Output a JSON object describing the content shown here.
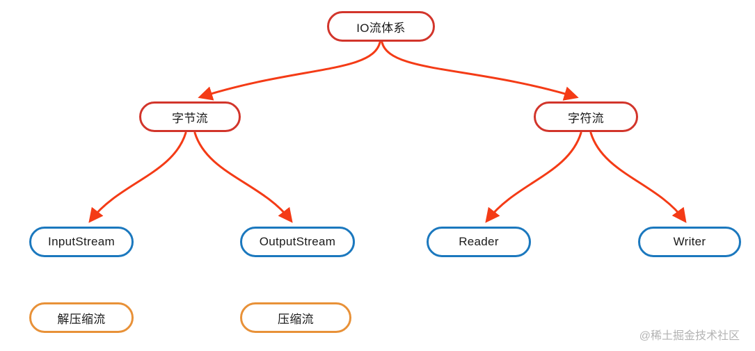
{
  "diagram": {
    "root": {
      "label": "IO流体系"
    },
    "level1": [
      {
        "label": "字节流"
      },
      {
        "label": "字符流"
      }
    ],
    "level2": [
      {
        "label": "InputStream"
      },
      {
        "label": "OutputStream"
      },
      {
        "label": "Reader"
      },
      {
        "label": "Writer"
      }
    ],
    "extra": [
      {
        "label": "解压缩流"
      },
      {
        "label": "压缩流"
      }
    ],
    "colors": {
      "red": "#d2352b",
      "blue": "#1b78be",
      "orange": "#e89138",
      "arrow": "#f43b16",
      "text": "#1a1a1a",
      "watermark": "#b3b3b3"
    }
  },
  "watermark": "@稀土掘金技术社区"
}
